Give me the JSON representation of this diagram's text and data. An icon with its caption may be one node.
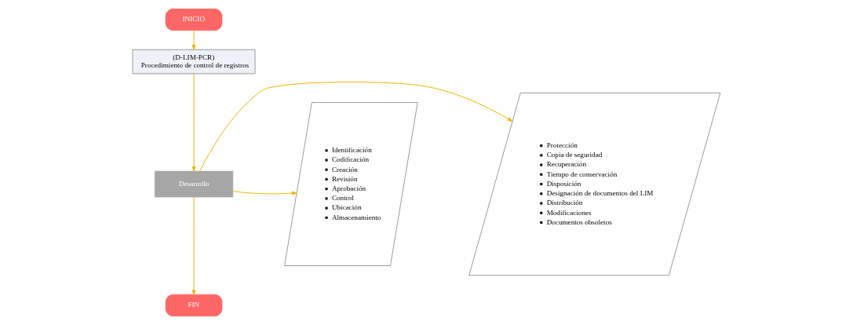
{
  "diagram": {
    "nodes": [
      {
        "text": [
          "INICIO"
        ]
      },
      {
        "text": [
          "(D-LIM-PCR)",
          "Procedimiento de control de registros"
        ]
      },
      {
        "text": [
          "Protección",
          "Copia de seguridad",
          "Recuperación",
          "Tiempo de conservación",
          "Disposición",
          "Designación de documentos del LIM",
          "Distribución",
          "Modificaciones",
          "Documentos obsoletos"
        ]
      },
      {
        "text": [
          "Desarrollo"
        ]
      },
      {
        "text": [
          "Identificación",
          "Codificación",
          "Creación",
          "Revisión",
          "Aprobación",
          "Control",
          "Ubicación",
          "Almacenamiento"
        ]
      },
      {
        "text": [
          "FIN"
        ]
      }
    ],
    "edges": [
      {
        "from": 0,
        "to": 1,
        "arrow": "to"
      },
      {
        "from": 1,
        "to": 3,
        "arrow": "to"
      },
      {
        "from": 3,
        "to": 2,
        "arrow": "to"
      },
      {
        "from": 3,
        "to": 4,
        "arrow": "to"
      },
      {
        "from": 3,
        "to": 5,
        "arrow": "to"
      }
    ]
  }
}
